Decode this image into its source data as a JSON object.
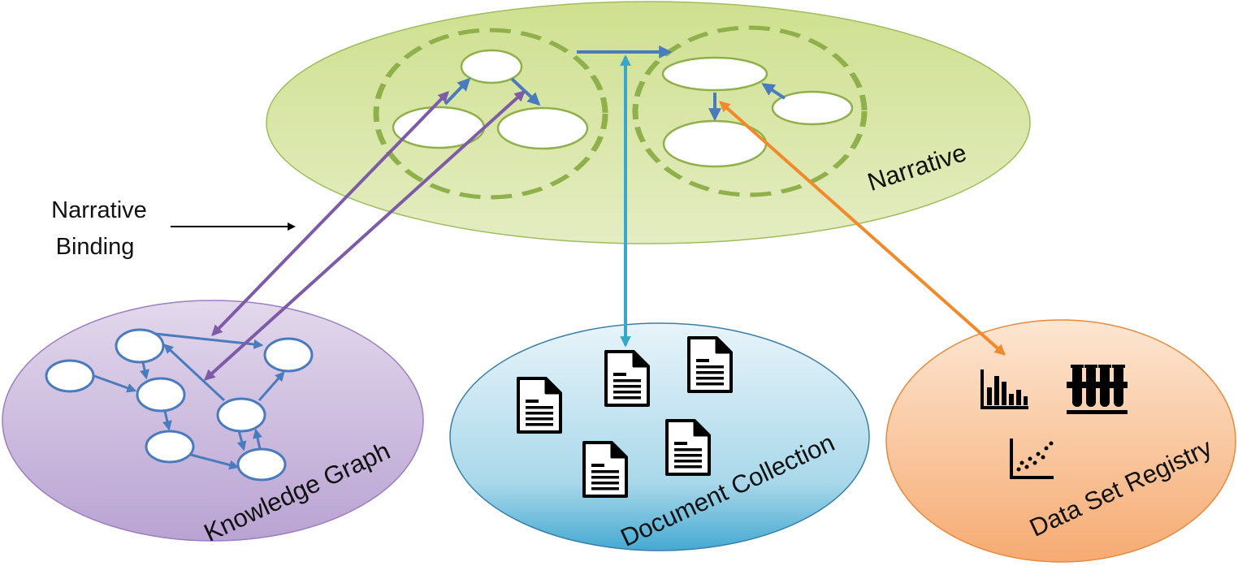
{
  "labels": {
    "narrative": "Narrative",
    "narrative_binding_line1": "Narrative",
    "narrative_binding_line2": "Binding",
    "knowledge_graph": "Knowledge Graph",
    "document_collection": "Document Collection",
    "data_set_registry": "Data Set Registry"
  },
  "colors": {
    "narrative_fill_top": "#cfe08f",
    "narrative_fill_bottom": "#e4edc2",
    "narrative_stroke": "#8fb04a",
    "kg_fill_top": "#ddd0e8",
    "kg_fill_bottom": "#b9a3d3",
    "kg_stroke": "#9b7fbf",
    "doc_fill_top": "#e6f2f8",
    "doc_fill_bottom": "#4bb0d6",
    "doc_stroke": "#3a7ea8",
    "data_fill_top": "#fde1c8",
    "data_fill_bottom": "#f7b07a",
    "data_stroke": "#e8893c",
    "node_blue": "#4a7bbd",
    "purple_arrow": "#7d5ba8",
    "cyan_arrow": "#39a7c9",
    "orange_arrow": "#f08a2a",
    "dashed_circle": "#8fb04a"
  },
  "icons": {
    "documents": [
      "document-icon",
      "document-icon",
      "document-icon",
      "document-icon",
      "document-icon"
    ],
    "data": [
      "bar-chart-icon",
      "test-tubes-icon",
      "scatter-plot-icon"
    ]
  }
}
